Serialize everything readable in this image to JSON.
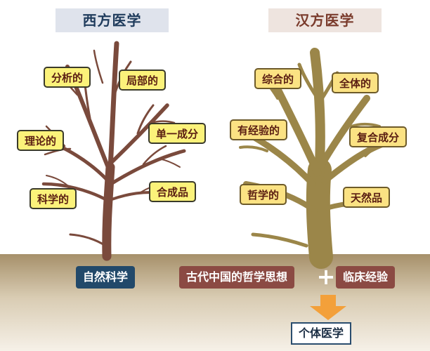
{
  "colors": {
    "western_banner_bg": "#dfe3ec",
    "western_banner_text": "#1f3b5c",
    "eastern_banner_bg": "#eee4df",
    "eastern_banner_text": "#7a3b2c",
    "western_trunk": "#7a4a3c",
    "eastern_trunk": "#9b8649",
    "ground_top": "#a6906a",
    "ground_bottom": "#f6f1e8",
    "label_fill": "#fbf27a",
    "natural_science_box": "#22496a",
    "philosophy_box": "#8b4a43",
    "arrow_fill": "#f3a03a"
  },
  "western": {
    "title": "西方医学",
    "labels": [
      "分析的",
      "局部的",
      "理论的",
      "单一成分",
      "科学的",
      "合成品"
    ],
    "foundation": "自然科学"
  },
  "eastern": {
    "title": "汉方医学",
    "labels": [
      "综合的",
      "全体的",
      "有经验的",
      "复合成分",
      "哲学的",
      "天然品"
    ],
    "foundation_left": "古代中国的哲学思想",
    "plus": "+",
    "foundation_right": "临床经验",
    "result": "个体医学"
  },
  "icons": [
    "plus-icon",
    "down-arrow-icon"
  ]
}
